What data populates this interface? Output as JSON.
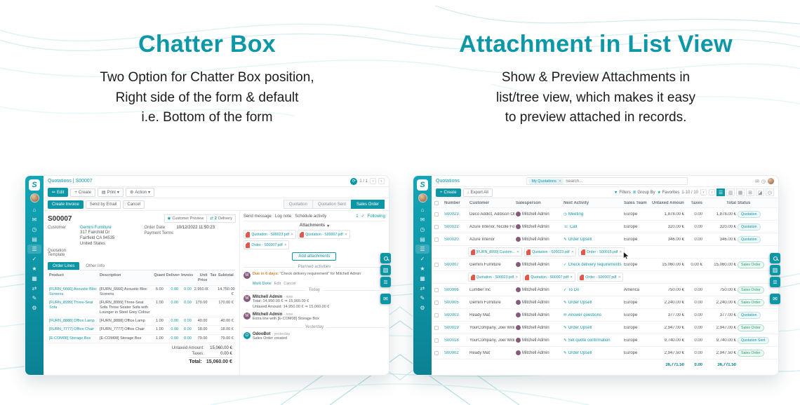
{
  "hero": {
    "left_title": "Chatter Box",
    "left_sub1": "Two Option for Chatter Box position,",
    "left_sub2": "Right side of the form & default",
    "left_sub3": "i.e. Bottom of the form",
    "right_title": "Attachment in List View",
    "right_sub1": "Show & Preview Attachments in",
    "right_sub2": "list/tree view, which makes it easy",
    "right_sub3": "to preview attached in records."
  },
  "colors": {
    "accent": "#0d96a6",
    "heading": "#0d97a7",
    "pdf_red": "#e2574c"
  },
  "app": {
    "logo_letter": "S",
    "sidebar_icons": [
      {
        "glyph": "⌂"
      },
      {
        "glyph": "✉"
      },
      {
        "glyph": "◷"
      },
      {
        "glyph": "▤"
      },
      {
        "glyph": "☰"
      },
      {
        "glyph": "✓"
      },
      {
        "glyph": "★"
      },
      {
        "glyph": "▦"
      },
      {
        "glyph": "⇄"
      },
      {
        "glyph": "✎"
      },
      {
        "glyph": "⚙"
      }
    ]
  },
  "icons": {
    "refresh": "⟳",
    "prev": "‹",
    "next": "›",
    "edit": "✏",
    "plus": "+",
    "print": "▤",
    "gear": "⚙",
    "download": "↓",
    "filters": "▼",
    "group_by": "≣",
    "favorites": "★",
    "view_list": "☰",
    "view_kanban": "▥",
    "view_calendar": "▦",
    "view_pivot": "⊞",
    "view_graph": "◪",
    "view_activity": "◷",
    "check": "✓",
    "chat": "✉",
    "clock": "◷",
    "globe": "◉",
    "truck": "⇄",
    "caret": "▾"
  },
  "form_app": {
    "breadcrumb": "Quotations | S00007",
    "pager": "1 / 1",
    "actions": {
      "edit": "Edit",
      "create": "Create",
      "print": "Print",
      "action": "Action"
    },
    "statusbar": {
      "create_invoice": "Create Invoice",
      "send_email": "Send by Email",
      "cancel": "Cancel",
      "stages": [
        "Quotation",
        "Quotation Sent",
        "Sales Order"
      ]
    },
    "smart1": "Customer Preview",
    "smart2_count": "2",
    "smart2": "Delivery",
    "record": {
      "name": "S00007",
      "customer_label": "Customer",
      "customer": "Gemini Furniture",
      "address1": "317 Fairchild Dr",
      "address2": "Fairfield CA 94535",
      "address3": "United States",
      "order_date_label": "Order Date",
      "order_date": "10/12/2022 11:50:23",
      "payment_label": "Payment Terms",
      "template_label": "Quotation Template"
    },
    "tabs": [
      "Order Lines",
      "Other Info"
    ],
    "table": {
      "headers": [
        "Product",
        "Description",
        "Quantity",
        "Delivered",
        "Invoiced",
        "Unit Price",
        "Taxes",
        "Subtotal"
      ],
      "rows": [
        {
          "product": "[FURN_6666] Acoustic Bloc Screens",
          "desc": "[FURN_6666] Acoustic Bloc Screens",
          "qty": "5.00",
          "delivered": "0.00",
          "invoiced": "0.00",
          "price": "2,950.00",
          "taxes": "",
          "subtotal": "14,750.00 €"
        },
        {
          "product": "[FURN_8999] Three-Seat Sofa",
          "desc": "[FURN_8999] Three-Seat Sofa Three Seater Sofa with Lounger in Steel Grey Colour",
          "qty": "1.00",
          "delivered": "0.00",
          "invoiced": "0.00",
          "price": "170.00",
          "taxes": "",
          "subtotal": "170.00 €"
        },
        {
          "product": "[FURN_8888] Office Lamp",
          "desc": "[FURN_8888] Office Lamp",
          "qty": "1.00",
          "delivered": "0.00",
          "invoiced": "0.00",
          "price": "40.00",
          "taxes": "",
          "subtotal": "40.00 €"
        },
        {
          "product": "[FURN_7777] Office Chair",
          "desc": "[FURN_7777] Office Chair",
          "qty": "1.00",
          "delivered": "0.00",
          "invoiced": "0.00",
          "price": "18.00",
          "taxes": "",
          "subtotal": "18.00 €"
        },
        {
          "product": "[E-COM08] Storage Box",
          "desc": "[E-COM08] Storage Box",
          "qty": "1.00",
          "delivered": "0.00",
          "invoiced": "0.00",
          "price": "79.00",
          "taxes": "",
          "subtotal": "79.00 €"
        }
      ],
      "totals": {
        "untaxed_label": "Untaxed Amount:",
        "untaxed": "15,060.00 €",
        "taxes_label": "Taxes:",
        "taxes": "0.00 €",
        "total_label": "Total:",
        "total": "15,060.00 €"
      }
    },
    "chatter": {
      "tabs": [
        "Send message",
        "Log note",
        "Schedule activity"
      ],
      "follower_count": "1",
      "following": "Following",
      "attachments_label": "Attachments",
      "attachments": [
        "Quotation - S00023.pdf",
        "Quotation - S00007.pdf",
        "Order - S00007.pdf"
      ],
      "add_attachments": "Add attachments",
      "planned_label": "Planned activities",
      "activity": {
        "due": "Due in 6 days:",
        "summary": "“Check delivery requirement”",
        "for_user": "for Mitchell Admin",
        "mark_done": "Mark Done",
        "edit": "Edit",
        "cancel": "Cancel"
      },
      "today": "Today",
      "msg1": {
        "initial": "M",
        "author": "Mitchell Admin",
        "when": "- now",
        "line1": "Total: 14,950.00 € ⇒ 15,060.00 €",
        "line2": "Untaxed Amount: 14,950.00 € ⇒ 15,060.00 €"
      },
      "msg2": {
        "initial": "M",
        "author": "Mitchell Admin",
        "when": "- now",
        "line1": "Extra line with [E-COM08] Storage Box"
      },
      "yesterday": "Yesterday",
      "bot": {
        "initial": "O",
        "author": "OdooBot",
        "when": "- yesterday",
        "line1": "Sales Order created"
      }
    }
  },
  "list_app": {
    "title": "Quotations",
    "filter_chip": "My Quotations",
    "search_placeholder": "Search...",
    "create": "Create",
    "export_all": "Export All",
    "filters": "Filters",
    "group_by": "Group By",
    "favorites": "Favorites",
    "pager": "1-10 / 10",
    "headers": [
      "Number",
      "Customer",
      "Salesperson",
      "Next Activity",
      "Sales Team",
      "Untaxed Amount",
      "Taxes",
      "Total",
      "Status"
    ],
    "rows": [
      {
        "type": "record",
        "number": "S00023",
        "customer": "Deco Addict, Addison Olson",
        "salesperson": "Mitchell Admin",
        "activity_icon": "◷",
        "activity": "Meeting",
        "team": "Europe",
        "untaxed": "1,878.00 €",
        "taxes": "0.00",
        "total": "1,878.00 €",
        "status": "Quotation",
        "status_class": "st-quote"
      },
      {
        "type": "record",
        "number": "S00022",
        "customer": "Azure Interior, Nicole Ford",
        "salesperson": "Mitchell Admin",
        "activity_icon": "☏",
        "activity": "Call",
        "team": "Europe",
        "untaxed": "320.00 €",
        "taxes": "0.00",
        "total": "320.00 €",
        "status": "Quotation",
        "status_class": "st-quote"
      },
      {
        "type": "record",
        "number": "S00020",
        "customer": "Azure Interior",
        "salesperson": "Mitchell Admin",
        "activity_icon": "✎",
        "activity": "Order Upsell",
        "team": "Europe",
        "untaxed": "346.00 €",
        "taxes": "0.00",
        "total": "346.00 €",
        "status": "Quotation",
        "status_class": "st-quote"
      },
      {
        "type": "attachments",
        "chips": [
          "[FURN_8999] Custom...",
          "Quotation - S00023.pdf",
          "Order - S00015.pdf"
        ],
        "extra_class": "has-cursor"
      },
      {
        "type": "record",
        "number": "S00007",
        "customer": "Gemini Furniture",
        "salesperson": "Mitchell Admin",
        "activity_icon": "✓",
        "activity": "Check delivery requirements",
        "team": "Europe",
        "untaxed": "15,060.00 €",
        "taxes": "0.00 €",
        "total": "15,060.00 €",
        "status": "Sales Order",
        "status_class": "st-order"
      },
      {
        "type": "attachments",
        "chips": [
          "Quotation - S00023.pdf",
          "Quotation - S00007.pdf",
          "Order - S00007.pdf"
        ]
      },
      {
        "type": "record",
        "number": "S00006",
        "customer": "Lumber Inc",
        "salesperson": "Mitchell Admin",
        "activity_icon": "✓",
        "activity": "To Do",
        "team": "America",
        "untaxed": "750.00 €",
        "taxes": "0.00",
        "total": "750.00 €",
        "status": "Sales Order",
        "status_class": "st-order"
      },
      {
        "type": "record",
        "number": "S00005",
        "customer": "Gemini Furniture",
        "salesperson": "Mitchell Admin",
        "activity_icon": "✎",
        "activity": "Order Upsell",
        "team": "Europe",
        "untaxed": "2,240.00 €",
        "taxes": "0.00",
        "total": "2,240.00 €",
        "status": "Sales Order",
        "status_class": "st-order"
      },
      {
        "type": "record",
        "number": "S00003",
        "customer": "Ready Mat",
        "salesperson": "Mitchell Admin",
        "activity_icon": "✉",
        "activity": "Answer questions",
        "team": "Europe",
        "untaxed": "377.00 €",
        "taxes": "0.00",
        "total": "377.00 €",
        "status": "Quotation",
        "status_class": "st-quote"
      },
      {
        "type": "record",
        "number": "S00019",
        "customer": "YourCompany, Joel Willis",
        "salesperson": "Mitchell Admin",
        "activity_icon": "✎",
        "activity": "Order Upsell",
        "team": "Europe",
        "untaxed": "2,947.00 €",
        "taxes": "0.00",
        "total": "2,947.00 €",
        "status": "Sales Order",
        "status_class": "st-order"
      },
      {
        "type": "record",
        "number": "S00018",
        "customer": "YourCompany, Joel Willis",
        "salesperson": "Mitchell Admin",
        "activity_icon": "✎",
        "activity": "Set quote confirmation",
        "team": "Europe",
        "untaxed": "9,740.00 €",
        "taxes": "0.00",
        "total": "9,740.00 €",
        "status": "Quotation Sent",
        "status_class": "st-sent"
      },
      {
        "type": "record",
        "number": "S00002",
        "customer": "Ready Mat",
        "salesperson": "Mitchell Admin",
        "activity_icon": "✎",
        "activity": "Order Upsell",
        "team": "Europe",
        "untaxed": "2,947.50 €",
        "taxes": "0.00",
        "total": "2,947.50 €",
        "status": "Sales Order",
        "status_class": "st-order"
      }
    ],
    "footer": {
      "untaxed": "36,771.50",
      "taxes": "0.00",
      "total": "36,771.50"
    }
  }
}
